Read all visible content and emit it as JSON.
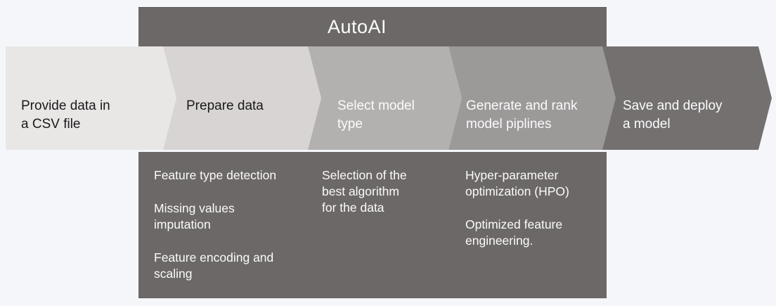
{
  "colors": {
    "page_background": "#f5f6fa",
    "dark_panel": "#6c6867",
    "dark_text": "#1a1a1a",
    "light_text": "#fbfbfb"
  },
  "title_bar": {
    "label": "AutoAI",
    "bg": "#6c6867"
  },
  "process": {
    "steps": [
      {
        "label": "Provide data in\na CSV file",
        "color": "#e9e6e6",
        "text_color": "#1a1a1a"
      },
      {
        "label": "Prepare data",
        "color": "#d8d4d3",
        "text_color": "#1a1a1a"
      },
      {
        "label": "Select model\ntype",
        "color": "#b3b1b0",
        "text_color": "#fbfbfb"
      },
      {
        "label": "Generate and rank\nmodel piplines",
        "color": "#9c9999",
        "text_color": "#fbfbfb"
      },
      {
        "label": "Save and deploy\na model",
        "color": "#747070",
        "text_color": "#fbfbfb"
      }
    ]
  },
  "details": {
    "bg": "#6c6867",
    "columns": [
      {
        "items": [
          "Feature type detection",
          "Missing values\nimputation",
          "Feature encoding and\nscaling"
        ]
      },
      {
        "items": [
          "Selection of the\nbest algorithm\nfor the data"
        ]
      },
      {
        "items": [
          "Hyper-parameter\noptimization (HPO)",
          "Optimized feature\nengineering."
        ]
      }
    ]
  }
}
